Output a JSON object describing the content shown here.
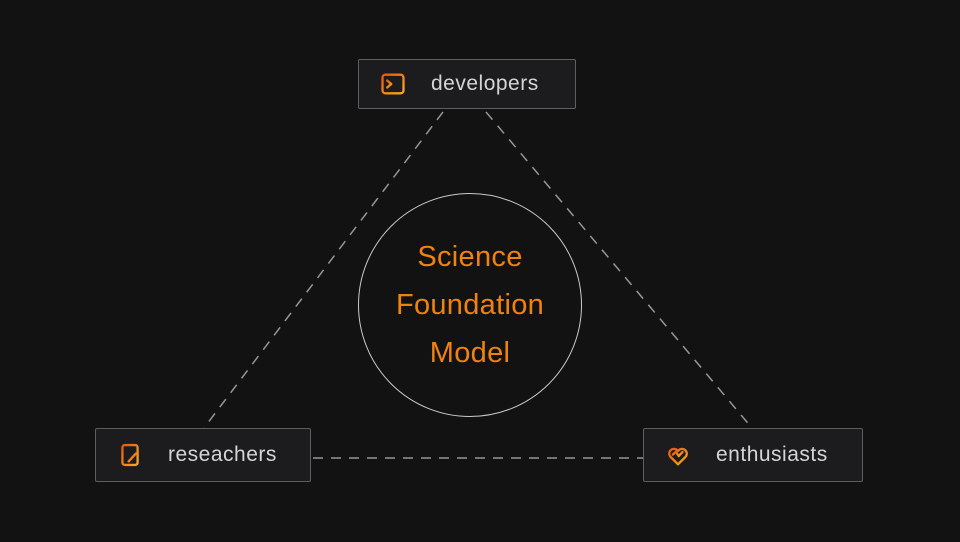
{
  "diagram": {
    "title_circle": {
      "line1": "Science",
      "line2": "Foundation",
      "line3": "Model"
    },
    "nodes": {
      "developers": {
        "label": "developers",
        "icon": "terminal-icon"
      },
      "reseachers": {
        "label": "reseachers",
        "icon": "note-edit-icon"
      },
      "enthusiasts": {
        "label": "enthusiasts",
        "icon": "heart-pulse-icon"
      }
    },
    "connectors": [
      {
        "from": "developers",
        "to": "reseachers",
        "style": "dashed"
      },
      {
        "from": "developers",
        "to": "enthusiasts",
        "style": "dashed"
      },
      {
        "from": "reseachers",
        "to": "enthusiasts",
        "style": "dashed"
      }
    ],
    "colors": {
      "background": "#121213",
      "node_background": "#1c1c1e",
      "node_border": "#5e5e60",
      "node_text": "#d5d5d7",
      "circle_border": "#c9c9c9",
      "accent_orange": "#f0820f",
      "icon_gradient_start": "#e8590c",
      "icon_gradient_end": "#f9a825",
      "connector": "#969696"
    }
  }
}
